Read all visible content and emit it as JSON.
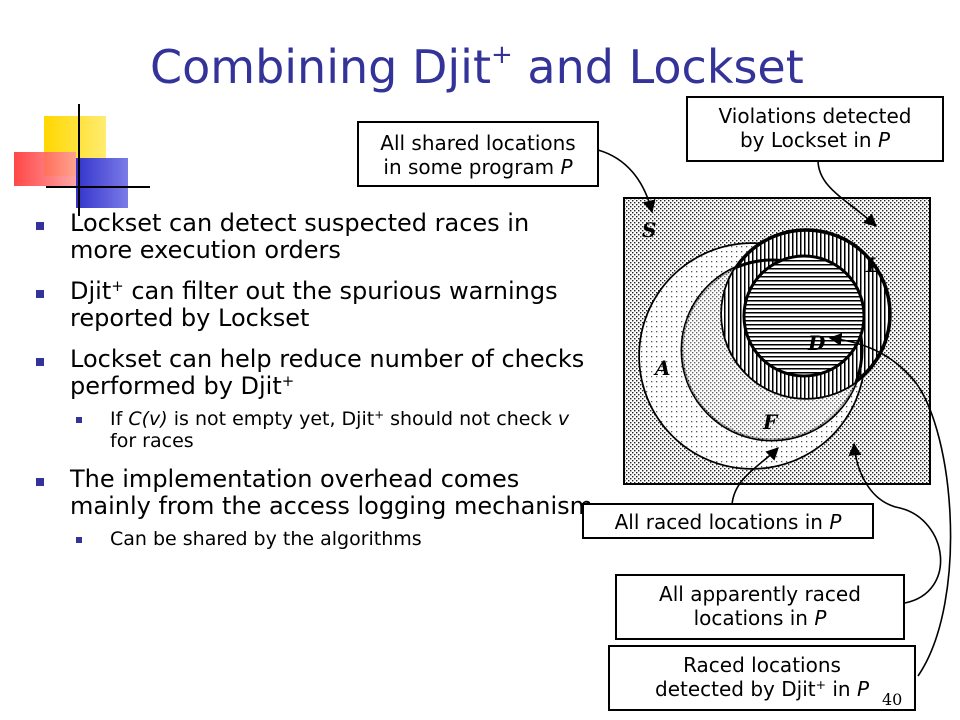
{
  "slide": {
    "title_main": "Combining Djit",
    "title_sup": "+",
    "title_tail": " and Lockset",
    "number": "40"
  },
  "bullets": [
    {
      "level": 1,
      "text": "Lockset can detect suspected races in more execution orders"
    },
    {
      "level": 1,
      "parts": [
        "Djit",
        "+",
        " can filter out the spurious warnings reported by Lockset"
      ]
    },
    {
      "level": 1,
      "parts": [
        "Lockset can help reduce number of checks performed by Djit",
        "+",
        ""
      ]
    },
    {
      "level": 2,
      "parts": [
        "If ",
        "C(v)",
        " is not empty yet, Djit",
        "+",
        " should not check ",
        "v",
        " for races"
      ]
    },
    {
      "level": 1,
      "text": "The implementation overhead comes mainly from the access logging mechanism"
    },
    {
      "level": 2,
      "text": "Can be shared by the algorithms"
    }
  ],
  "diagram": {
    "sets": {
      "s": "S",
      "a": "A",
      "l": "L",
      "f": "F",
      "d": "D"
    },
    "callouts": {
      "shared": {
        "line1": "All shared locations",
        "line2a": "in some program ",
        "line2b": "P"
      },
      "lockset": {
        "line1": "Violations detected",
        "line2a": "by Lockset in ",
        "line2b": "P"
      },
      "raced": {
        "text_a": "All raced locations in ",
        "text_b": "P"
      },
      "apparent": {
        "line1": "All apparently raced",
        "line2a": "locations in ",
        "line2b": "P"
      },
      "djit": {
        "line1": "Raced locations",
        "line2a": "detected by Djit",
        "line2sup": "+",
        "line2b": " in ",
        "line2c": "P"
      }
    }
  },
  "colors": {
    "title": "#333399",
    "bullet": "#333399",
    "deco_yellow": "#ffd700",
    "deco_blue": "#3333cc",
    "deco_red": "#ff3333"
  }
}
